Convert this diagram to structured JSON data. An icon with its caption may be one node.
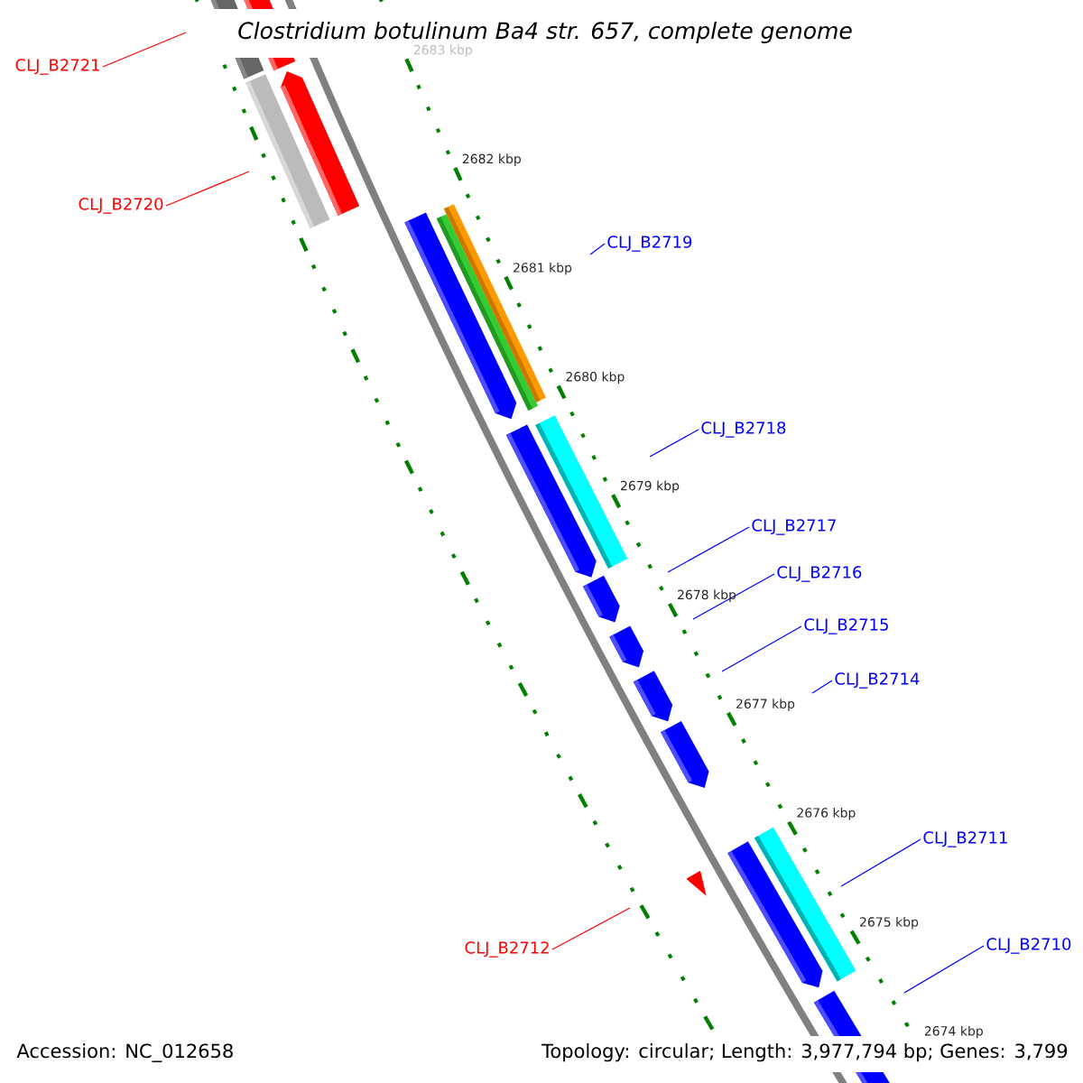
{
  "diagram": {
    "title": "Clostridium botulinum Ba4 str. 657, complete genome",
    "nodes": [
      {
        "text": [
          "CLJ_B2721"
        ]
      },
      {
        "text": [
          "CLJ_B2720"
        ]
      },
      {
        "text": [
          "CLJ_B2719"
        ]
      },
      {
        "text": [
          "CLJ_B2718"
        ]
      },
      {
        "text": [
          "CLJ_B2717"
        ]
      },
      {
        "text": [
          "CLJ_B2716"
        ]
      },
      {
        "text": [
          "CLJ_B2715"
        ]
      },
      {
        "text": [
          "CLJ_B2714"
        ]
      },
      {
        "text": [
          "CLJ_B2711"
        ]
      },
      {
        "text": [
          "CLJ_B2710"
        ]
      },
      {
        "text": [
          "CLJ_B2712"
        ]
      }
    ],
    "edges": [
      {
        "from": 0,
        "to": null,
        "arrow": "none",
        "color": "#ff0000"
      },
      {
        "from": 1,
        "to": null,
        "arrow": "none",
        "color": "#ff0000"
      },
      {
        "from": 2,
        "to": null,
        "arrow": "none"
      },
      {
        "from": 3,
        "to": null,
        "arrow": "none"
      },
      {
        "from": 4,
        "to": null,
        "arrow": "none"
      },
      {
        "from": 5,
        "to": null,
        "arrow": "none"
      },
      {
        "from": 6,
        "to": null,
        "arrow": "none"
      },
      {
        "from": 7,
        "to": null,
        "arrow": "none"
      },
      {
        "from": 8,
        "to": null,
        "arrow": "none"
      },
      {
        "from": 9,
        "to": null,
        "arrow": "none"
      },
      {
        "from": 10,
        "to": null,
        "arrow": "none",
        "color": "#ff0000"
      }
    ],
    "labels": [
      "2683 kbp",
      "2682 kbp",
      "2681 kbp",
      "2680 kbp",
      "2679 kbp",
      "2678 kbp",
      "2677 kbp",
      "2676 kbp",
      "2675 kbp",
      "2674 kbp",
      "Accession: NC_012658",
      "Topology: circular; Length: 3,977,794 bp; Genes: 3,799"
    ]
  }
}
